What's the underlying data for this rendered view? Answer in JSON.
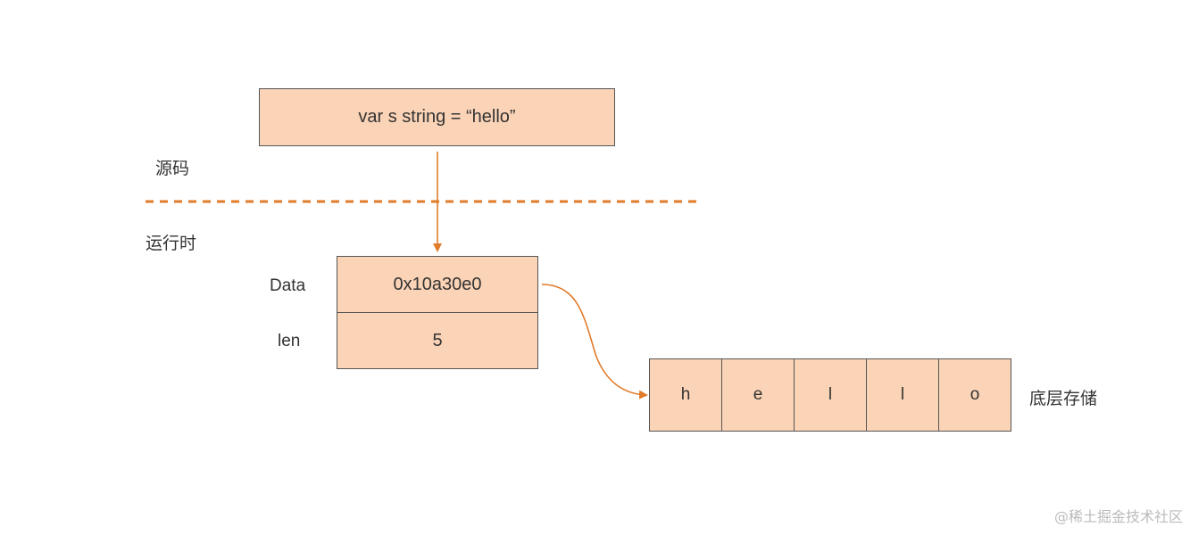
{
  "source": {
    "code": "var s string = “hello”",
    "label": "源码"
  },
  "runtime": {
    "label": "运行时",
    "struct": [
      {
        "field": "Data",
        "value": "0x10a30e0"
      },
      {
        "field": "len",
        "value": "5"
      }
    ]
  },
  "storage": {
    "label": "底层存储",
    "cells": [
      "h",
      "e",
      "l",
      "l",
      "o"
    ]
  },
  "watermark": "@稀土掘金技术社区",
  "colors": {
    "box_fill": "#fbd3b6",
    "arrow": "#e07b2a",
    "divider": "#e07b2a"
  }
}
